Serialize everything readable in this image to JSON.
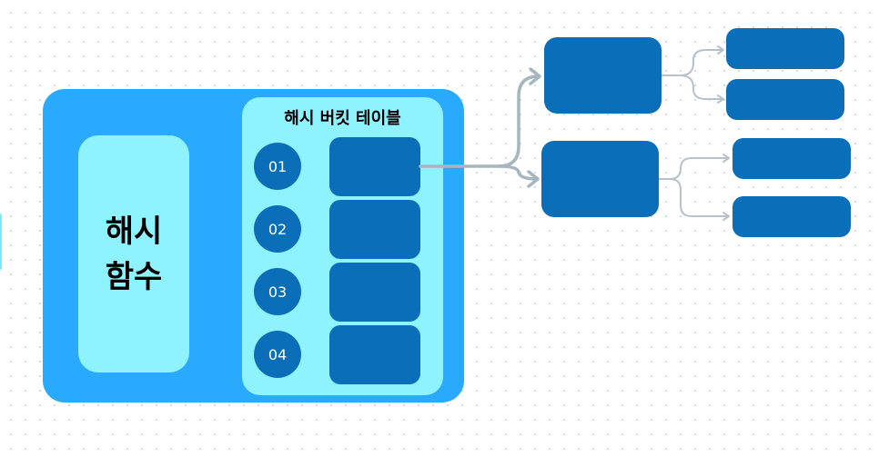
{
  "diagram": {
    "hash_function_label": "해시\n함수",
    "bucket_table_title": "해시 버킷 테이블",
    "indices": [
      "01",
      "02",
      "03",
      "04"
    ]
  },
  "colors": {
    "outer_container": "#29aaff",
    "inner_panel": "#8ef3ff",
    "node": "#0a6fb8",
    "arrow_main": "#a6b6c0",
    "arrow_branch": "#b6c2cb"
  }
}
